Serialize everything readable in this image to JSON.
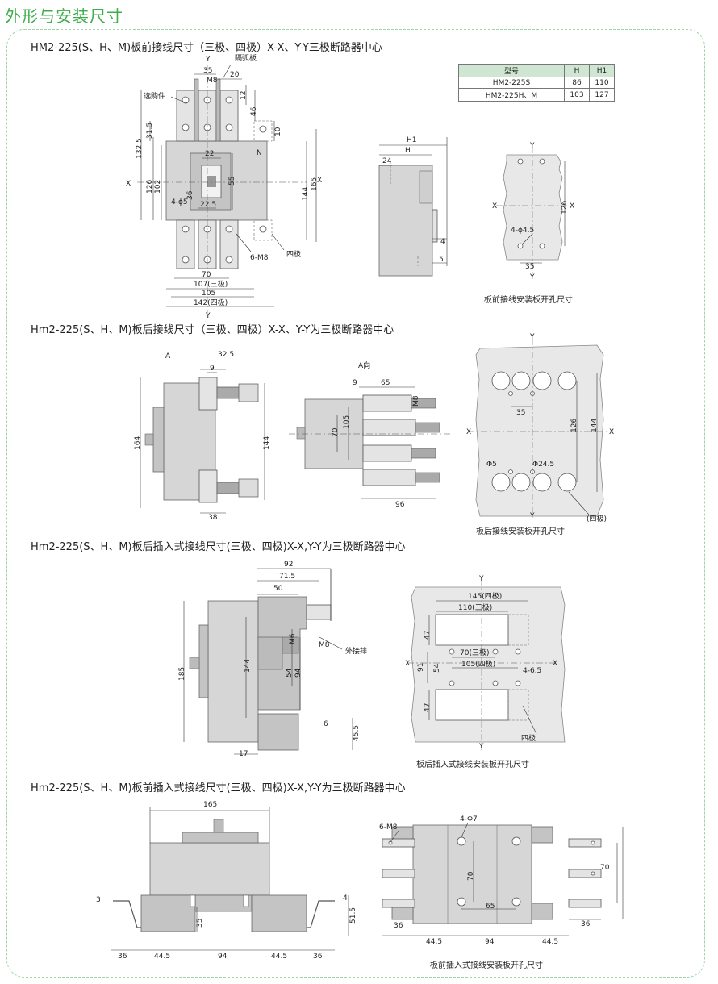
{
  "page": {
    "title": "外形与安装尺寸"
  },
  "sections": [
    {
      "title": "HM2-225(S、H、M)板前接线尺寸（三极、四极）X-X、Y-Y三极断路器中心",
      "caption": "板前接线安装板开孔尺寸"
    },
    {
      "title": "Hm2-225(S、H、M)板后接线尺寸（三极、四极）X-X、Y-Y为三极断路器中心",
      "caption": "板后接线安装板开孔尺寸"
    },
    {
      "title": "Hm2-225(S、H、M)板后插入式接线尺寸(三极、四极)X-X,Y-Y为三极断路器中心",
      "caption": "板后插入式接线安装板开孔尺寸"
    },
    {
      "title": "Hm2-225(S、H、M)板前插入式接线尺寸(三极、四极)X-X,Y-Y为三极断路器中心",
      "caption": "板前插入式接线安装板开孔尺寸"
    }
  ],
  "spec_table": {
    "headers": [
      "型号",
      "H",
      "H1"
    ],
    "rows": [
      [
        "HM2-225S",
        "86",
        "110"
      ],
      [
        "HM2-225H、M",
        "103",
        "127"
      ]
    ]
  },
  "labels": {
    "y": "Y",
    "x": "X",
    "n": "N",
    "a": "A",
    "a_view": "A向",
    "optional": "选购件",
    "arc_plate": "隔弧板",
    "four_pole": "四极",
    "four_pole_paren": "(四极)",
    "external_bar": "外接排",
    "m8": "M8",
    "six_m8": "6-M8",
    "four_phi5": "4-ϕ5",
    "four_phi45": "4-ϕ4.5",
    "phi5": "Φ5",
    "phi245": "Φ24.5",
    "m6": "M6",
    "four_65": "4-6.5",
    "four_phi7": "4-Φ7",
    "h": "H",
    "h1": "H1"
  },
  "dims": {
    "d35": "35",
    "d20": "20",
    "d12": "12",
    "d46": "46",
    "d10": "10",
    "d1325": "132.5",
    "d315": "31.5",
    "d22": "22",
    "d126": "126",
    "d102": "102",
    "d55": "55",
    "d36": "36",
    "d225": "22.5",
    "d144": "144",
    "d165": "165",
    "d70": "70",
    "d107": "107(三极)",
    "d105": "105",
    "d142": "142(四极)",
    "d24": "24",
    "d4": "4",
    "d5": "5",
    "d325": "32.5",
    "d9": "9",
    "d164": "164",
    "d38": "38",
    "d65": "65",
    "d96": "96",
    "d92": "92",
    "d715": "71.5",
    "d50": "50",
    "d185": "185",
    "d54": "54",
    "d94": "94",
    "d6": "6",
    "d455": "45.5",
    "d17": "17",
    "d145": "145(四极)",
    "d110": "110(三极)",
    "d47": "47",
    "d91": "91",
    "d70b": "70(三极)",
    "d105b": "105(四极)",
    "d3": "3",
    "d515": "51.5",
    "d445": "44.5"
  }
}
